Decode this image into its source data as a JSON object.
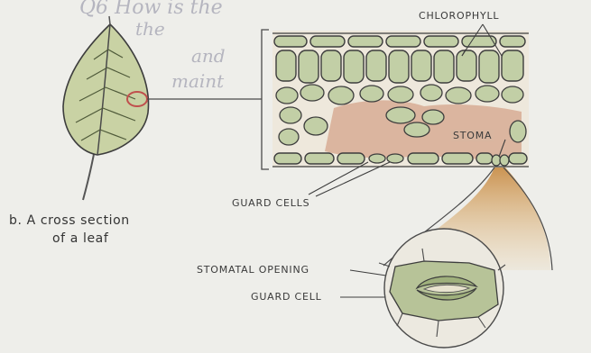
{
  "labels": {
    "chlorophyll": "CHLOROPHYLL",
    "stoma": "STOMA",
    "guard_cells": "GUARD CELLS",
    "stomatal_opening": "STOMATAL OPENING",
    "guard_cell": "GUARD CELL"
  },
  "caption": {
    "line1": "b. A cross section",
    "line2": "of a leaf"
  },
  "handwriting": {
    "line1": "Q6 How is the",
    "line2": "the",
    "line3": "and",
    "line4": "maint"
  },
  "colors": {
    "background": "#eeeeea",
    "leaf_fill": "#c9d2a4",
    "cell_fill": "#c2cfa6",
    "tissue_pink": "#dbb59f",
    "stroke": "#3d3d3d"
  }
}
